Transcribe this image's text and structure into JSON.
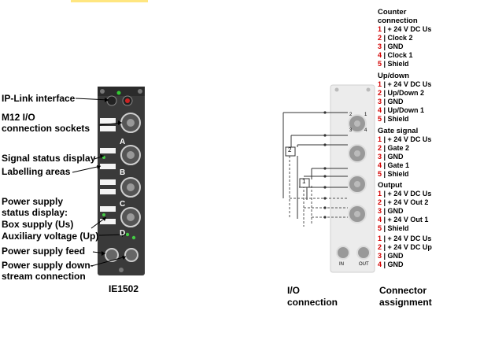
{
  "device": {
    "name": "IE1502"
  },
  "callouts": [
    "IP-Link interface",
    "M12 I/O",
    "connection sockets",
    "Signal status display",
    "Labelling areas",
    "Power supply",
    "status display:",
    "Box supply (Us)",
    "Auxiliary voltage (Up)",
    "Power supply feed",
    "Power supply down-",
    "stream connection"
  ],
  "socket_labels": [
    "A",
    "B",
    "C",
    "D"
  ],
  "io_diagram": {
    "caption_line1": "I/O",
    "caption_line2": "connection",
    "channel_labels": [
      "2",
      "1"
    ],
    "feed_labels": [
      "IN",
      "OUT"
    ],
    "pin_numbers": [
      "1",
      "2",
      "3",
      "4"
    ]
  },
  "connector_assignment": {
    "caption_line1": "Connector",
    "caption_line2": "assignment",
    "groups": [
      {
        "title_lines": [
          "Counter",
          "connection"
        ],
        "pins": [
          {
            "n": "1",
            "t": "+ 24 V DC Us"
          },
          {
            "n": "2",
            "t": "Clock 2"
          },
          {
            "n": "3",
            "t": "GND"
          },
          {
            "n": "4",
            "t": "Clock 1"
          },
          {
            "n": "5",
            "t": "Shield"
          }
        ]
      },
      {
        "title_lines": [
          "Up/down"
        ],
        "pins": [
          {
            "n": "1",
            "t": "+ 24 V DC Us"
          },
          {
            "n": "2",
            "t": "Up/Down 2"
          },
          {
            "n": "3",
            "t": "GND"
          },
          {
            "n": "4",
            "t": "Up/Down 1"
          },
          {
            "n": "5",
            "t": "Shield"
          }
        ]
      },
      {
        "title_lines": [
          "Gate signal"
        ],
        "pins": [
          {
            "n": "1",
            "t": "+ 24 V DC Us"
          },
          {
            "n": "2",
            "t": "Gate 2"
          },
          {
            "n": "3",
            "t": "GND"
          },
          {
            "n": "4",
            "t": "Gate 1"
          },
          {
            "n": "5",
            "t": "Shield"
          }
        ]
      },
      {
        "title_lines": [
          "Output"
        ],
        "pins": [
          {
            "n": "1",
            "t": "+ 24 V DC Us"
          },
          {
            "n": "2",
            "t": "+ 24 V Out 2"
          },
          {
            "n": "3",
            "t": "GND"
          },
          {
            "n": "4",
            "t": "+ 24 V Out 1"
          },
          {
            "n": "5",
            "t": "Shield"
          }
        ]
      },
      {
        "title_lines": [],
        "pins": [
          {
            "n": "1",
            "t": "+ 24 V DC Us"
          },
          {
            "n": "2",
            "t": "+ 24 V DC Up"
          },
          {
            "n": "3",
            "t": "GND"
          },
          {
            "n": "4",
            "t": "GND"
          }
        ]
      }
    ]
  }
}
